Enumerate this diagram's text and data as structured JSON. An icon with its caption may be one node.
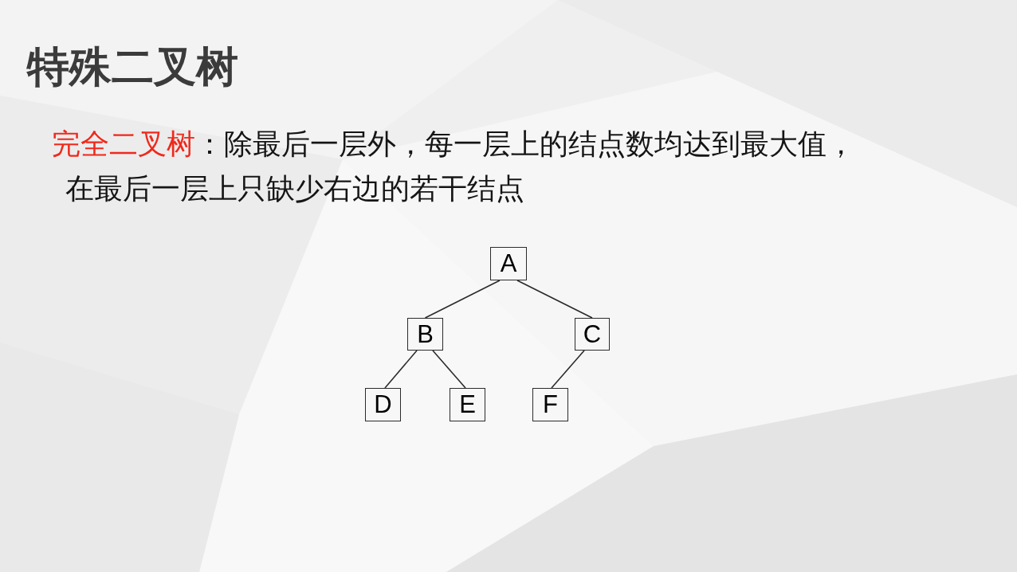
{
  "diagram": {
    "title": "特殊二叉树",
    "nodes": [
      {
        "text": [
          "A"
        ]
      },
      {
        "text": [
          "B"
        ]
      },
      {
        "text": [
          "C"
        ]
      },
      {
        "text": [
          "D"
        ]
      },
      {
        "text": [
          "E"
        ]
      },
      {
        "text": [
          "F"
        ]
      }
    ],
    "edges": [
      {
        "from": 0,
        "to": 1,
        "arrow": "none"
      },
      {
        "from": 0,
        "to": 2,
        "arrow": "none"
      },
      {
        "from": 1,
        "to": 3,
        "arrow": "none"
      },
      {
        "from": 1,
        "to": 4,
        "arrow": "none"
      },
      {
        "from": 2,
        "to": 5,
        "arrow": "none"
      }
    ],
    "labels": [
      "完全二叉树",
      "：除最后一层外，每一层上的结点数均达到最大值，在最后一层上只缺少右边的若干结点"
    ]
  }
}
